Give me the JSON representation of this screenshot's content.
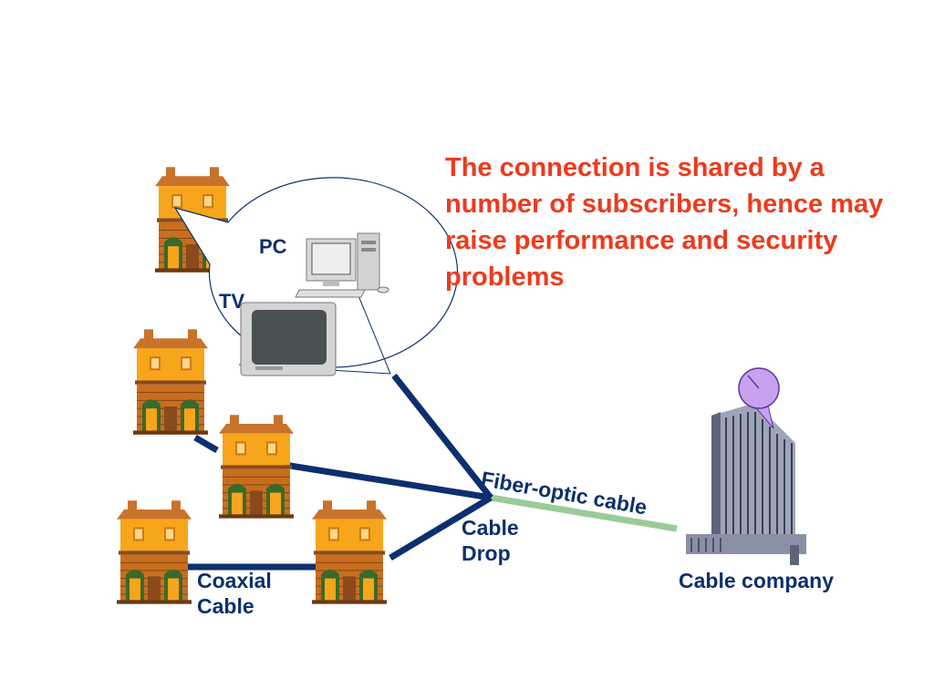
{
  "caption": "The connection is shared by a number of subscribers, hence may raise performance and security problems",
  "labels": {
    "pc": "PC",
    "tv": "TV",
    "fiber": "Fiber-optic cable",
    "drop_line1": "Cable",
    "drop_line2": "Drop",
    "coax_line1": "Coaxial",
    "coax_line2": "Cable",
    "company": "Cable company"
  },
  "colors": {
    "caption": "#ee3a1c",
    "label": "#0d2f6e",
    "drop_cable": "#0d2f6e",
    "fiber_cable": "#99cc99",
    "house_wall": "#f7a51b",
    "house_roof": "#c9732a",
    "dish": "#c8a2ee"
  },
  "icons": [
    "house-icon",
    "pc-icon",
    "tv-icon",
    "office-building-icon",
    "satellite-dish-icon"
  ]
}
